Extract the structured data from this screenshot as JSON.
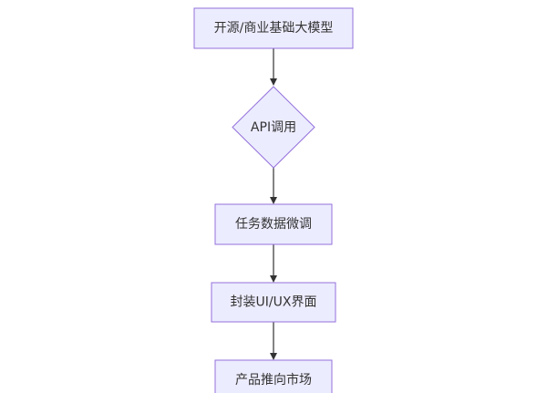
{
  "diagram": {
    "type": "flowchart",
    "direction": "top-down",
    "node_fill": "#ECECFF",
    "node_stroke": "#9370DB",
    "edge_color": "#333333",
    "nodes": [
      {
        "id": "n1",
        "shape": "rect",
        "label": "开源/商业基础大模型"
      },
      {
        "id": "n2",
        "shape": "diamond",
        "label": "API调用"
      },
      {
        "id": "n3",
        "shape": "rect",
        "label": "任务数据微调"
      },
      {
        "id": "n4",
        "shape": "rect",
        "label": "封装UI/UX界面"
      },
      {
        "id": "n5",
        "shape": "rect",
        "label": "产品推向市场"
      }
    ],
    "edges": [
      {
        "from": "n1",
        "to": "n2"
      },
      {
        "from": "n2",
        "to": "n3"
      },
      {
        "from": "n3",
        "to": "n4"
      },
      {
        "from": "n4",
        "to": "n5"
      }
    ]
  }
}
